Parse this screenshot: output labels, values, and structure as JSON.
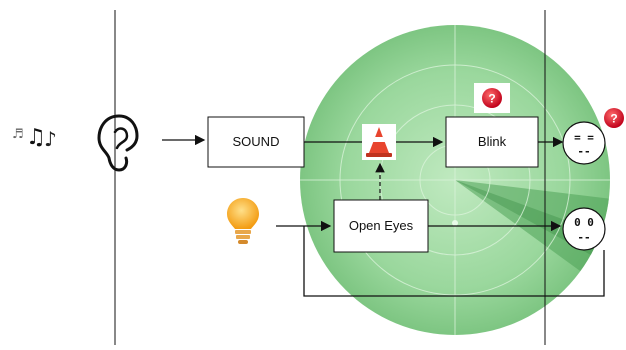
{
  "diagram": {
    "boxes": {
      "sound": "SOUND",
      "blink": "Blink",
      "open_eyes": "Open Eyes"
    },
    "faces": {
      "blink_face_eyes": "= =",
      "blink_face_mouth": "--",
      "open_face_eyes": "0 0",
      "open_face_mouth": "--"
    },
    "badges": {
      "question_mark": "?"
    },
    "icons": [
      "music-notes-icon",
      "ear-icon",
      "lightbulb-icon",
      "traffic-cone-icon",
      "question-mark-icon"
    ],
    "colors": {
      "radar_fill": "#7fcf83",
      "radar_dark": "#4fa357",
      "box_fill": "#ffffff",
      "line": "#111111",
      "bulb": "#f5a623",
      "cone": "#e8442e",
      "question_badge": "#d0021b"
    }
  }
}
